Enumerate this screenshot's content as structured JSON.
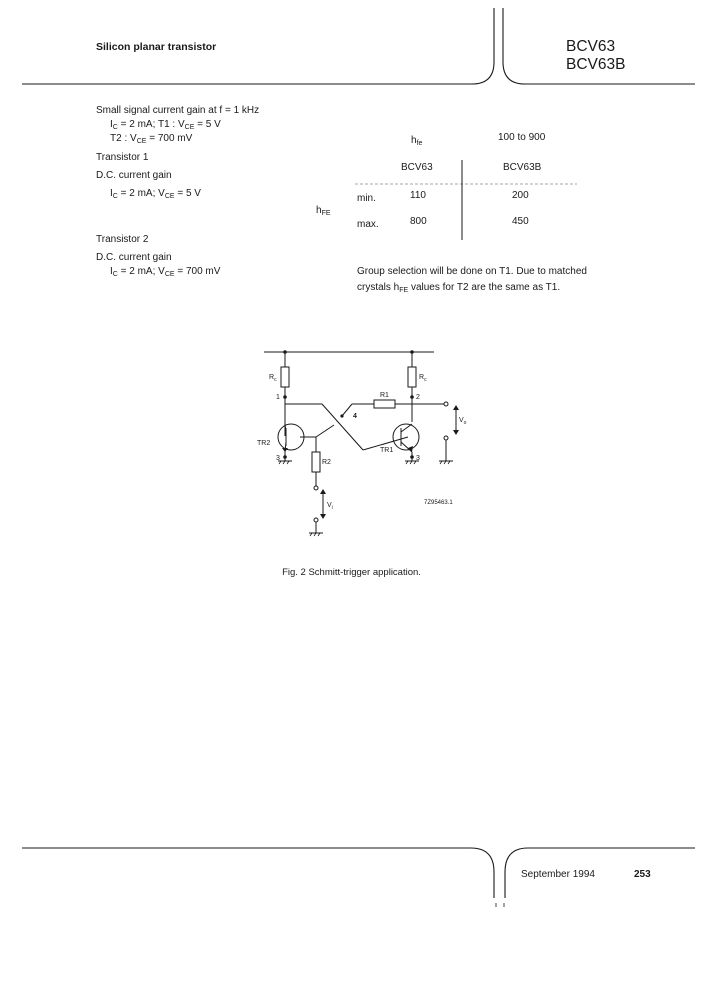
{
  "header": {
    "title": "Silicon planar transistor",
    "part_numbers": [
      "BCV63",
      "BCV63B"
    ]
  },
  "left_column": {
    "small_signal": "Small signal current gain at f = 1 kHz",
    "cond1": {
      "ic": "I",
      "ic_sub": "C",
      "a": " = 2 mA; T1 : V",
      "vce_sub": "CE",
      "b": " = 5 V"
    },
    "cond2": {
      "a": "T2 : V",
      "vce_sub": "CE",
      "b": " = 700 mV"
    },
    "transistor1": "Transistor 1",
    "dc_gain1": "D.C. current gain",
    "cond3": {
      "ic": "I",
      "ic_sub": "C",
      "a": " = 2 mA; V",
      "vce_sub": "CE",
      "b": " = 5 V"
    },
    "transistor2": "Transistor 2",
    "dc_gain2": "D.C. current gain",
    "cond4": {
      "ic": "I",
      "ic_sub": "C",
      "a": " = 2 mA; V",
      "vce_sub": "CE",
      "b": " = 700 mV"
    }
  },
  "right_column": {
    "hfe_symbol": "h",
    "hfe_sub": "fe",
    "hfe_value": "100 to 900",
    "table": {
      "col1": "BCV63",
      "col2": "BCV63B",
      "hFE_symbol": "h",
      "hFE_sub": "FE",
      "rows": [
        {
          "label": "min.",
          "v1": "110",
          "v2": "200"
        },
        {
          "label": "max.",
          "v1": "800",
          "v2": "450"
        }
      ]
    },
    "note_line1": "Group selection will be done on T1. Due to matched",
    "note_line2a": "crystals h",
    "note_sub": "FE",
    "note_line2b": " values for T2 are the same as T1."
  },
  "schematic": {
    "rc": "R",
    "rc_sub": "c",
    "r1": "R1",
    "r2": "R2",
    "tr1": "TR1",
    "tr2": "TR2",
    "n1": "1",
    "n2": "2",
    "n3": "3",
    "n4": "4",
    "vo": "V",
    "vo_sub": "o",
    "vi": "V",
    "vi_sub": "i",
    "code": "7Z95463.1"
  },
  "caption": "Fig. 2  Schmitt-trigger application.",
  "footer": {
    "date": "September 1994",
    "page": "253"
  }
}
